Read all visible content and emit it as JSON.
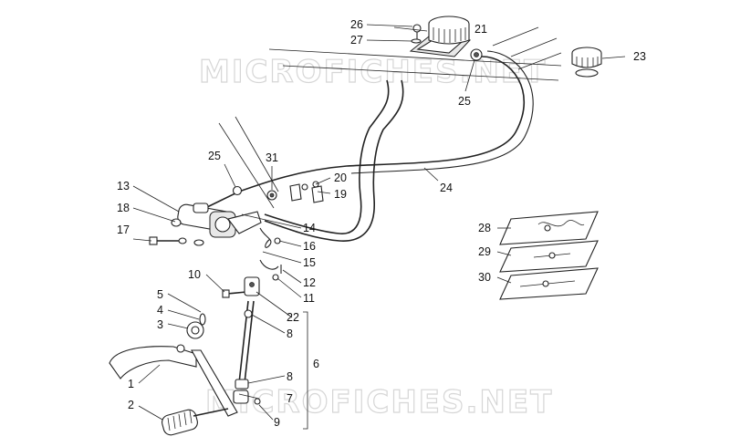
{
  "watermarks": [
    "MICROFICHES.NET",
    "MICROFICHES.NET"
  ],
  "callouts": [
    "1",
    "2",
    "3",
    "4",
    "5",
    "6",
    "7",
    "8",
    "8",
    "9",
    "10",
    "11",
    "12",
    "13",
    "14",
    "15",
    "16",
    "17",
    "18",
    "19",
    "20",
    "21",
    "22",
    "23",
    "24",
    "25",
    "25",
    "26",
    "27",
    "28",
    "29",
    "30",
    "31"
  ]
}
